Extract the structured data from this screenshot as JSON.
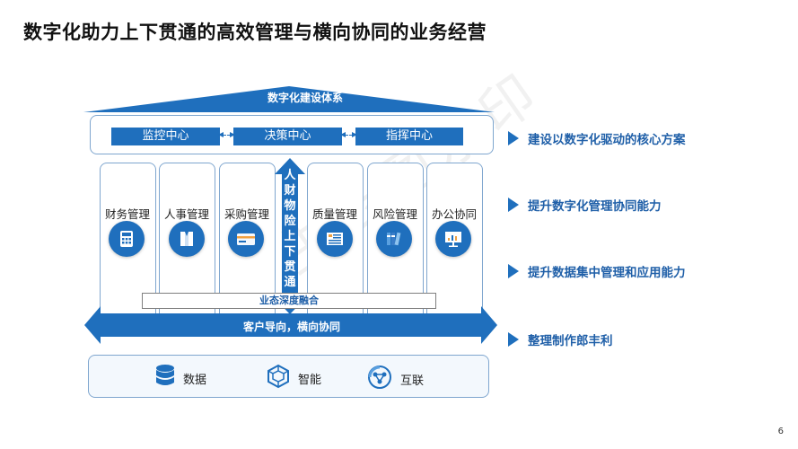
{
  "title": "数字化助力上下贯通的高效管理与横向协同的业务经营",
  "page_number": "6",
  "watermark": "生云图水印",
  "roof_label": "数字化建设体系",
  "centers": [
    "监控中心",
    "决策中心",
    "指挥中心"
  ],
  "pillars": [
    {
      "label": "财务管理",
      "icon": "calculator-icon"
    },
    {
      "label": "人事管理",
      "icon": "staff-icon"
    },
    {
      "label": "采购管理",
      "icon": "card-icon"
    },
    {
      "label": "质量管理",
      "icon": "report-icon"
    },
    {
      "label": "风险管理",
      "icon": "binders-icon"
    },
    {
      "label": "办公协同",
      "icon": "presentation-icon"
    }
  ],
  "vertical_arrow_text": "人财物险上下贯通",
  "fusion_label": "业态深度融合",
  "horizontal_arrow_text": "客户导向，横向协同",
  "base_items": [
    {
      "label": "数据",
      "icon": "database-icon"
    },
    {
      "label": "智能",
      "icon": "cube-icon"
    },
    {
      "label": "互联",
      "icon": "network-icon"
    }
  ],
  "right_points": [
    "建设以数字化驱动的核心方案",
    "提升数字化管理协同能力",
    "提升数据集中管理和应用能力",
    "整理制作郎丰利"
  ],
  "colors": {
    "primary": "#1f6fbd",
    "text_blue": "#1f5fa8",
    "frame": "#7fa6cf"
  }
}
